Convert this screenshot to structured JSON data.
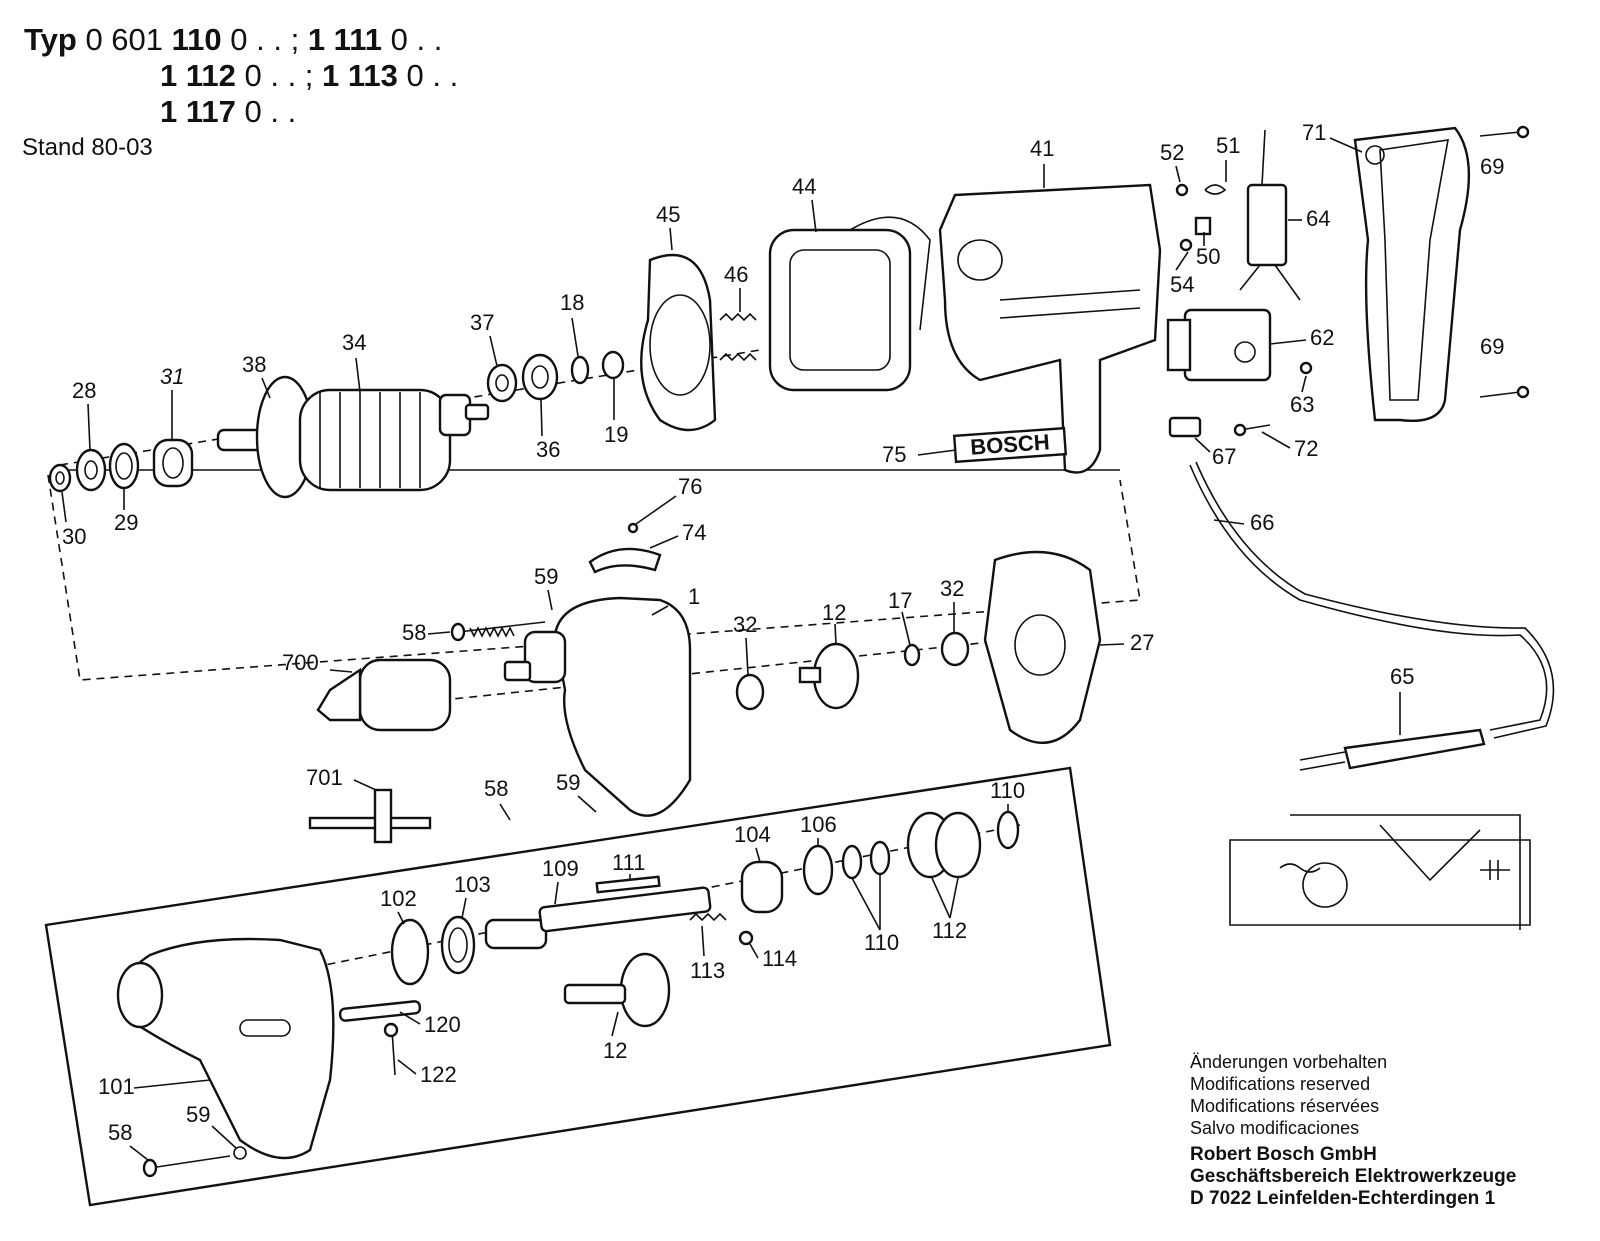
{
  "header": {
    "line1": {
      "typ": "Typ",
      "prefix": "0 601",
      "code1": "110",
      "suffix1": "0 . . ;",
      "code2": "1 111",
      "suffix2": "0 . ."
    },
    "line2": {
      "code1": "1 112",
      "suffix1": "0 . . ;",
      "code2": "1 113",
      "suffix2": "0 . ."
    },
    "line3": {
      "code1": "1 117",
      "suffix1": "0 . ."
    },
    "stand": "Stand 80-03"
  },
  "brand_plate": "BOSCH",
  "part_labels": {
    "p1": "1",
    "p12a": "12",
    "p12b": "12",
    "p17": "17",
    "p18": "18",
    "p19": "19",
    "p27": "27",
    "p28": "28",
    "p29": "29",
    "p30": "30",
    "p31": "31",
    "p32a": "32",
    "p32b": "32",
    "p34": "34",
    "p36": "36",
    "p37": "37",
    "p38": "38",
    "p41": "41",
    "p44": "44",
    "p45": "45",
    "p46": "46",
    "p50": "50",
    "p51": "51",
    "p52": "52",
    "p54": "54",
    "p58a": "58",
    "p58b": "58",
    "p58c": "58",
    "p59a": "59",
    "p59b": "59",
    "p59c": "59",
    "p62": "62",
    "p63": "63",
    "p64": "64",
    "p65": "65",
    "p66": "66",
    "p67": "67",
    "p69a": "69",
    "p69b": "69",
    "p71": "71",
    "p72": "72",
    "p74": "74",
    "p75": "75",
    "p76": "76",
    "p101": "101",
    "p102": "102",
    "p103": "103",
    "p104": "104",
    "p106": "106",
    "p109": "109",
    "p110a": "110",
    "p110b": "110",
    "p111": "111",
    "p112": "112",
    "p113": "113",
    "p114": "114",
    "p120": "120",
    "p122": "122",
    "p700": "700",
    "p701": "701"
  },
  "footer": {
    "notes": [
      "Änderungen vorbehalten",
      "Modifications reserved",
      "Modifications réservées",
      "Salvo modificaciones"
    ],
    "company": [
      "Robert Bosch GmbH",
      "Geschäftsbereich Elektrowerkzeuge",
      "D 7022 Leinfelden-Echterdingen 1"
    ]
  }
}
